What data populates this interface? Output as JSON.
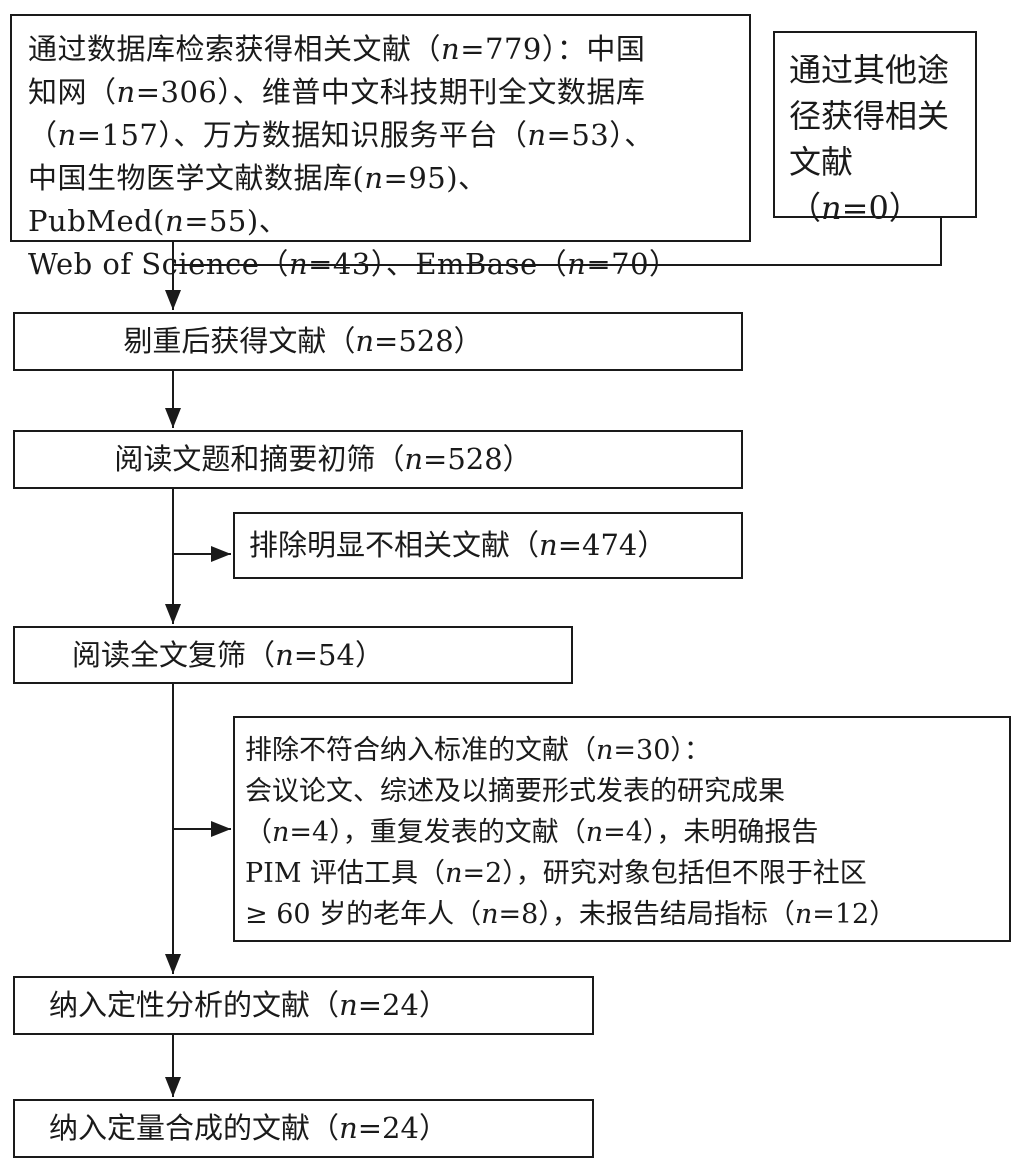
{
  "flow": {
    "search_box": {
      "lines": [
        [
          "通过数据库检索获得相关文献（",
          "n",
          "=779）：中国"
        ],
        [
          "知网（",
          "n",
          "=306）、维普中文科技期刊全文数据库"
        ],
        [
          "（",
          "n",
          "=157）、万方数据知识服务平台（",
          "n",
          "=53）、"
        ],
        [
          "中国生物医学文献数据库(",
          "n",
          "=95)、PubMed(",
          "n",
          "=55)、"
        ],
        [
          "Web of Science（",
          "n",
          "=43）、EmBase（",
          "n",
          "=70）"
        ]
      ]
    },
    "other_box": {
      "lines": [
        [
          "通过其他途"
        ],
        [
          "径获得相关"
        ],
        [
          "文献（",
          "n",
          "=0）"
        ]
      ]
    },
    "dedup_box": [
      "剔重后获得文献（",
      "n",
      "=528）"
    ],
    "title_screen_box": [
      "阅读文题和摘要初筛（",
      "n",
      "=528）"
    ],
    "excluded_irrelevant_box": [
      "排除明显不相关文献（",
      "n",
      "=474）"
    ],
    "fulltext_box": [
      "阅读全文复筛（",
      "n",
      "=54）"
    ],
    "excluded_criteria_box": {
      "lines": [
        [
          "排除不符合纳入标准的文献（",
          "n",
          "=30）："
        ],
        [
          "会议论文、综述及以摘要形式发表的研究成果"
        ],
        [
          "（",
          "n",
          "=4），重复发表的文献（",
          "n",
          "=4），未明确报告"
        ],
        [
          "PIM 评估工具（",
          "n",
          "=2），研究对象包括但不限于社区"
        ],
        [
          "≥ 60 岁的老年人（",
          "n",
          "=8），未报告结局指标（",
          "n",
          "=12）"
        ]
      ]
    },
    "qualitative_box": [
      "纳入定性分析的文献（",
      "n",
      "=24）"
    ],
    "quantitative_box": [
      "纳入定量合成的文献（",
      "n",
      "=24）"
    ]
  },
  "style": {
    "line_color": "#1a1a1a",
    "italic_token": "n"
  }
}
